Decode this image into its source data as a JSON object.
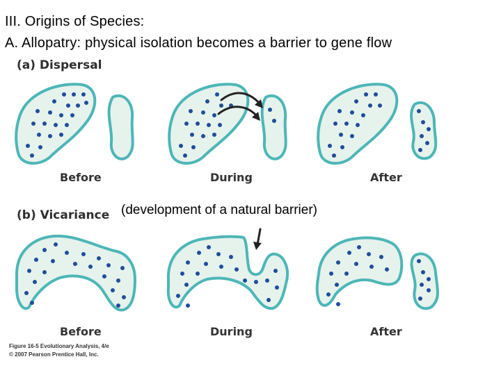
{
  "title": {
    "line1": "III. Origins of Species:",
    "line2": "A. Allopatry: physical isolation becomes a barrier to gene flow"
  },
  "section_a": {
    "label": "(a) Dispersal"
  },
  "section_b": {
    "label": "(b) Vicariance",
    "annotation": "(development of a natural barrier)"
  },
  "stages": {
    "before": "Before",
    "during": "During",
    "after": "After"
  },
  "credit": {
    "line1": "Figure 16-5 Evolutionary Analysis, 4/e",
    "line2": "© 2007 Pearson Prentice Hall, Inc."
  },
  "colors": {
    "land_fill": "#e6f2ec",
    "land_outline": "#4db6b7",
    "individual_dot": "#1f4d9a"
  }
}
